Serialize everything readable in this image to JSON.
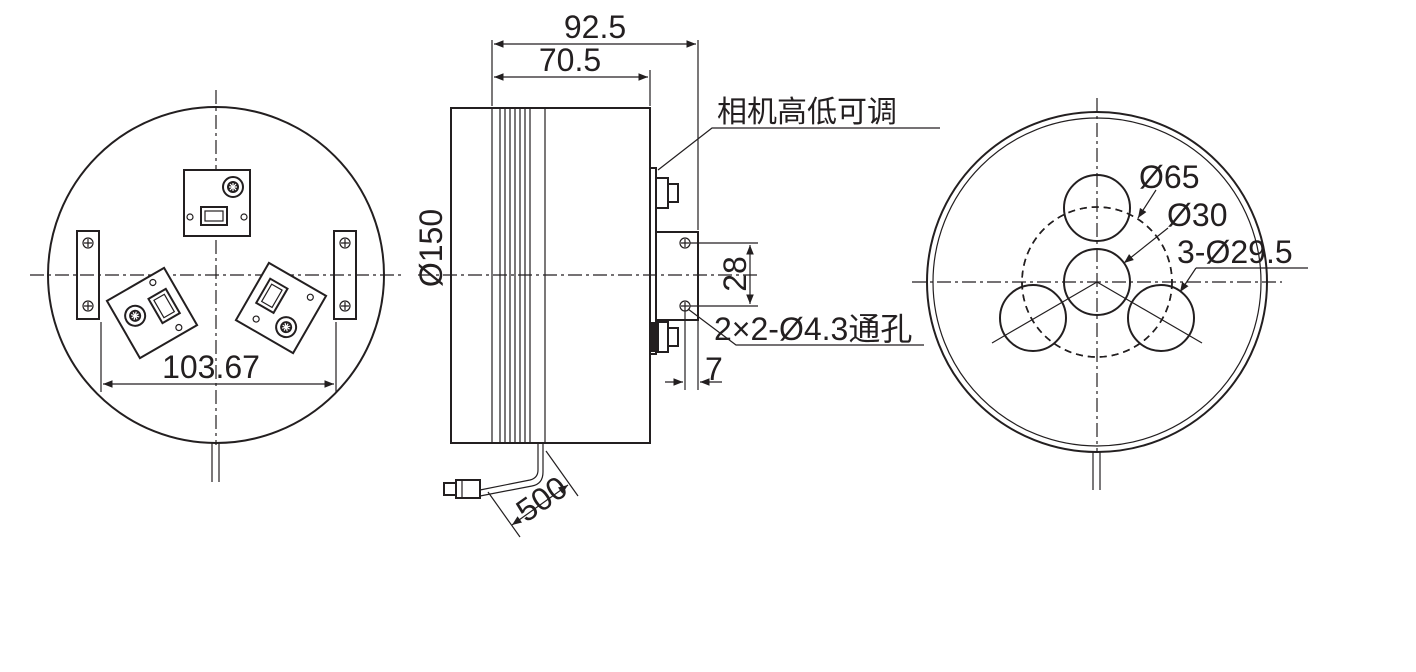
{
  "dimensions": {
    "overall_depth": "92.5",
    "body_depth": "70.5",
    "diameter": "Ø150",
    "bracket_hole_spacing": "28",
    "bracket_edge_offset": "7",
    "mount_span": "103.67",
    "cable_length": "500",
    "outer_ring": "Ø65",
    "inner_ring": "Ø30",
    "camera_holes": "3-Ø29.5"
  },
  "notes": {
    "camera_adjust": "相机高低可调",
    "through_holes": "2×2-Ø4.3通孔"
  }
}
